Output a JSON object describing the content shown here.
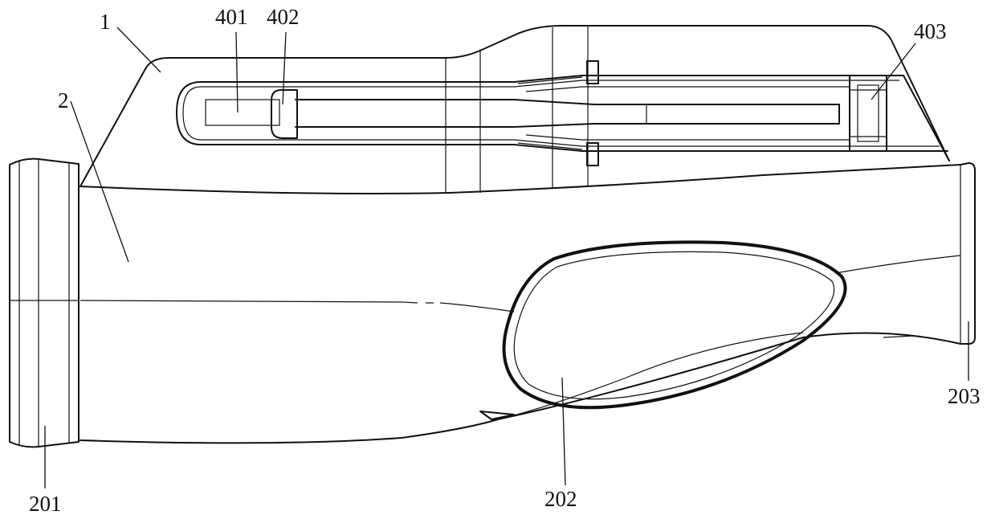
{
  "labels": {
    "housing": "1",
    "body": "2",
    "inlet": "201",
    "opening": "202",
    "outlet": "203",
    "part_401": "401",
    "part_402": "402",
    "part_403": "403"
  }
}
